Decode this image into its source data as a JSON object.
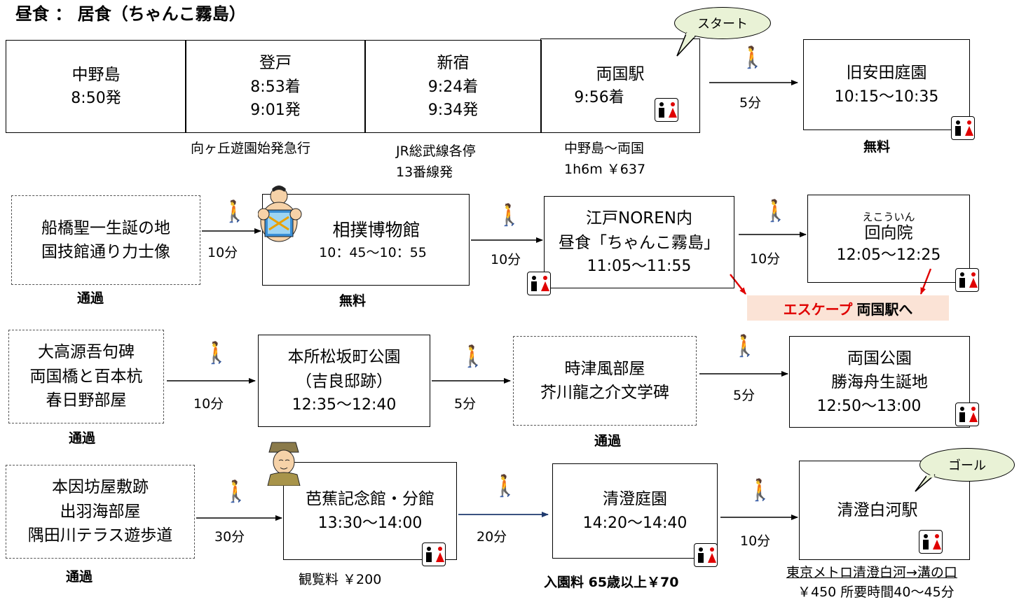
{
  "header": {
    "title": "昼食 ： 居食（ちゃんこ霧島）"
  },
  "bubbles": {
    "start": "スタート",
    "goal": "ゴール"
  },
  "row1": {
    "nakanoshima": {
      "name": "中野島",
      "time": "8:50発"
    },
    "noborito": {
      "name": "登戸",
      "arr": "8:53着",
      "dep": "9:01発",
      "note": "向ヶ丘遊園始発急行"
    },
    "shinjuku": {
      "name": "新宿",
      "arr": "9:24着",
      "dep": "9:34発",
      "note1": "JR総武線各停",
      "note2": "13番線発"
    },
    "ryogoku": {
      "name": "両国駅",
      "arr": "9:56着",
      "note1": "中野島～両国",
      "note2": "1h6m ￥637"
    },
    "walk": "5分",
    "kyuyasuda": {
      "name": "旧安田庭園",
      "time": "10:15〜10:35",
      "fee": "無料"
    }
  },
  "row2": {
    "funabashi": {
      "l1": "船橋聖一生誕の地",
      "l2": "国技館通り力士像",
      "note": "通過"
    },
    "walk1": "10分",
    "sumo": {
      "name": "相撲博物館",
      "time": "10：45～10：55",
      "fee": "無料"
    },
    "walk2": "10分",
    "edo": {
      "l1": "江戸NOREN内",
      "l2": "昼食「ちゃんこ霧島」",
      "time": "11:05〜11:55"
    },
    "walk3": "10分",
    "ekoin": {
      "ruby": "えこういん",
      "name": "回向院",
      "time": "12:05〜12:25"
    },
    "escape": {
      "red": "エスケープ",
      "rest": "両国駅へ"
    }
  },
  "row3": {
    "otaka": {
      "l1": "大高源吾句碑",
      "l2": "両国橋と百本杭",
      "l3": "春日野部屋",
      "note": "通過"
    },
    "walk1": "10分",
    "matsuzaka": {
      "l1": "本所松坂町公園",
      "l2": "（吉良邸跡）",
      "time": "12:35〜12:40"
    },
    "walk2": "5分",
    "tokitsukaze": {
      "l1": "時津風部屋",
      "l2": "芥川龍之介文学碑",
      "note": "通過"
    },
    "walk3": "5分",
    "ryogokupark": {
      "l1": "両国公園",
      "l2": "勝海舟生誕地",
      "time": "12:50〜13:00"
    }
  },
  "row4": {
    "honinbo": {
      "l1": "本因坊屋敷跡",
      "l2": "出羽海部屋",
      "l3": "隅田川テラス遊歩道",
      "note": "通過"
    },
    "walk1": "30分",
    "basho": {
      "name": "芭蕉記念館・分館",
      "time": "13:30〜14:00",
      "fee": "観覧料 ￥200"
    },
    "walk2": "20分",
    "kiyosumi": {
      "name": "清澄庭園",
      "time": "14:20〜14:40",
      "fee": "入園料 65歳以上￥70"
    },
    "walk3": "10分",
    "station": {
      "name": "清澄白河駅",
      "note1": "東京メトロ清澄白河→溝の口",
      "note2": "￥450 所要時間40～45分"
    }
  },
  "icons": {
    "walk": "walking-person-icon",
    "toilet": "restroom-icon",
    "sumo": "sumo-wrestler-icon",
    "basho": "basho-portrait-icon"
  },
  "colors": {
    "escape_red": "#e00000",
    "escape_bg": "#fbe3d6",
    "bubble_fill": "#e9f2d6",
    "arrow_navy": "#1f3a6e",
    "toilet_red": "#e00000"
  }
}
